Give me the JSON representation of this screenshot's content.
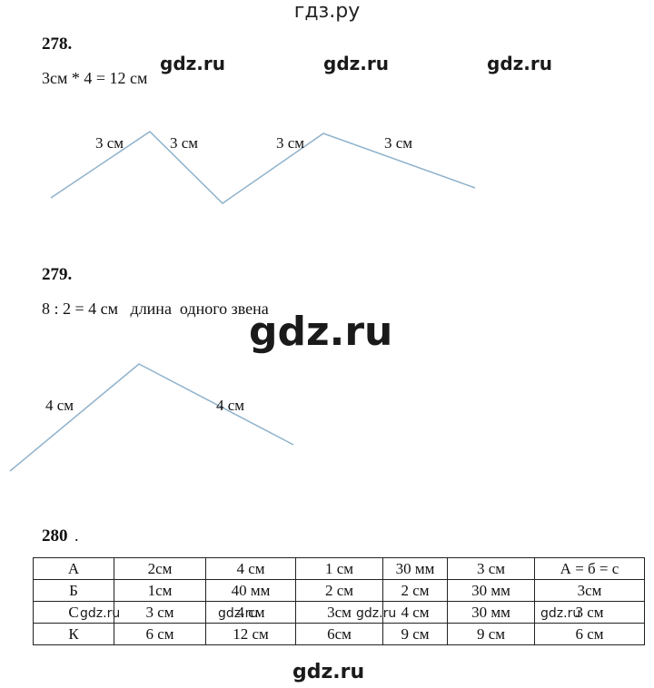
{
  "header": {
    "title": "гдз.ру"
  },
  "watermarks": {
    "text": "gdz.ru"
  },
  "task278": {
    "number": "278.",
    "equation": "3см * 4 = 12 см",
    "segments": [
      "3 см",
      "3 см",
      "3 см",
      "3 см"
    ]
  },
  "task279": {
    "number": "279.",
    "equation": "8 : 2 = 4 см   длина  одного звена",
    "segments": [
      "4 см",
      "4 см"
    ]
  },
  "task280": {
    "number": "280",
    "dot": ".",
    "rows": [
      [
        "А",
        "2см",
        "4 см",
        "1 см",
        "30 мм",
        "3 см",
        "А = б = с"
      ],
      [
        "Б",
        "1см",
        "40 мм",
        "2 см",
        "2 см",
        "30 мм",
        "3см"
      ],
      [
        "С",
        "3 см",
        "4 см",
        "3см",
        "4 см",
        "30 мм",
        "3 см"
      ],
      [
        "К",
        "6 см",
        "12 см",
        "6см",
        "9 см",
        "9 см",
        "6 см"
      ]
    ]
  },
  "colors": {
    "line": "#8fb2cc",
    "text": "#111111"
  }
}
